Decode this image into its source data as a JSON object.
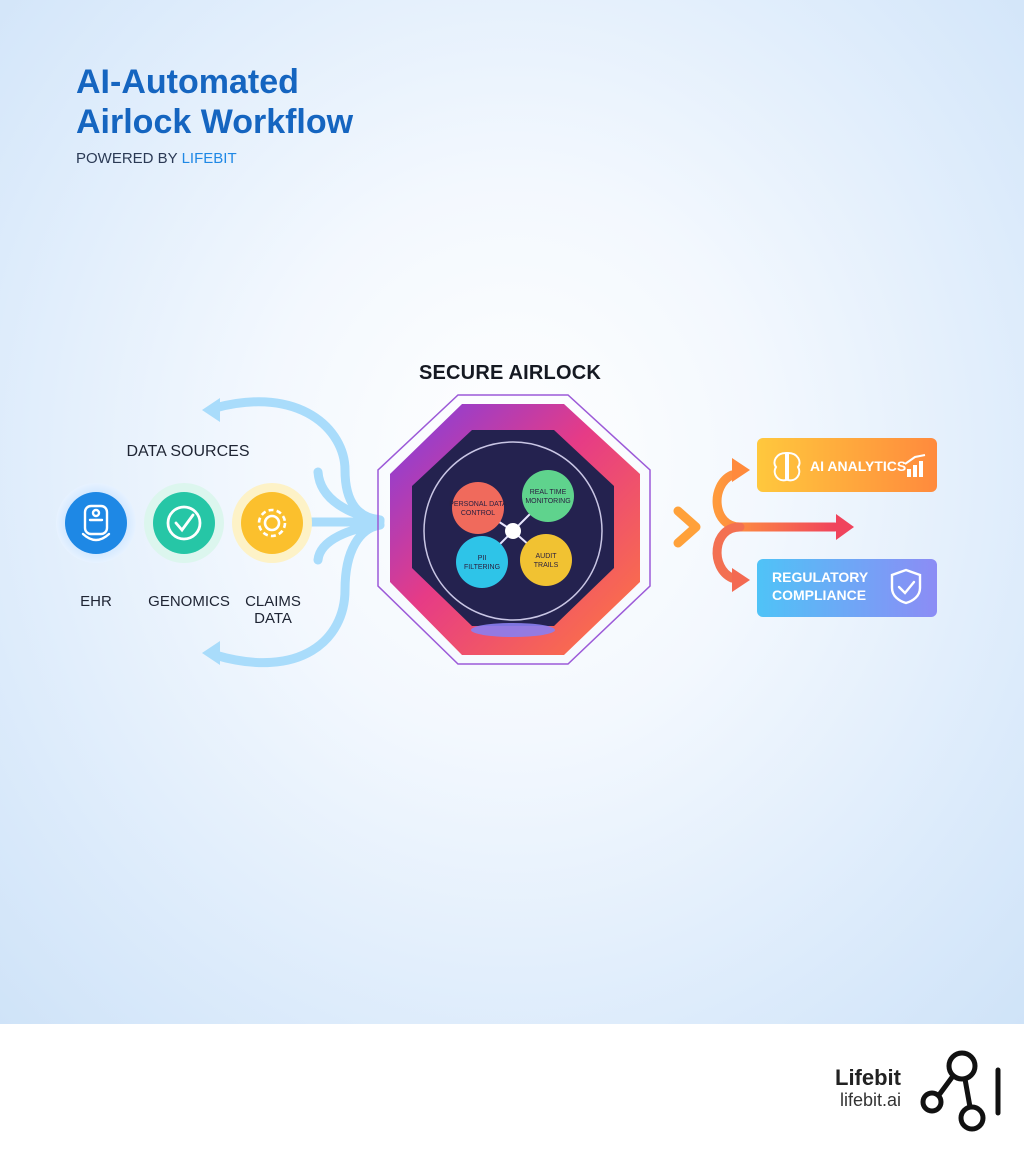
{
  "header": {
    "title_line1": "AI-Automated",
    "title_line2": "Airlock Workflow",
    "powered_by": "POWERED BY",
    "brand": "LIFEBIT"
  },
  "sources": {
    "title": "DATA SOURCES",
    "items": [
      {
        "label": "EHR",
        "icon": "document-person-icon",
        "color": "#1e88e5"
      },
      {
        "label": "GENOMICS",
        "icon": "checkmark-icon",
        "color": "#26c6a6"
      },
      {
        "label": "CLAIMS DATA",
        "icon": "gear-icon",
        "color": "#fbc02d"
      }
    ]
  },
  "airlock": {
    "title": "SECURE AIRLOCK",
    "nodes": [
      {
        "label": "PERSONAL DATA CONTROL",
        "color": "#f06a5c"
      },
      {
        "label": "REAL TIME MONITORING",
        "color": "#5fd38d"
      },
      {
        "label": "PII FILTERING",
        "color": "#2ec4e8"
      },
      {
        "label": "AUDIT TRAILS",
        "color": "#f1c232"
      }
    ]
  },
  "outputs": {
    "analytics": {
      "label": "AI ANALYTICS",
      "icon": "brain-icon",
      "trend_icon": "bar-chart-icon"
    },
    "compliance": {
      "line1": "REGULATORY",
      "line2": "COMPLIANCE",
      "icon": "shield-check-icon"
    }
  },
  "footer": {
    "name": "Lifebit",
    "url": "lifebit.ai",
    "logo_icon": "network-nodes-icon"
  }
}
